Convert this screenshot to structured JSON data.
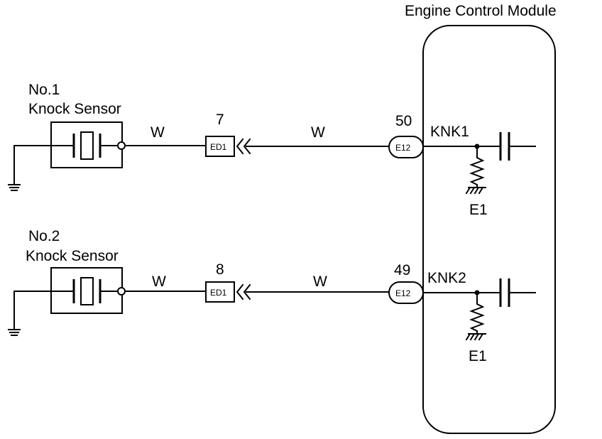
{
  "ecm": {
    "title": "Engine Control Module"
  },
  "channels": [
    {
      "sensor_line1": "No.1",
      "sensor_line2": "Knock Sensor",
      "wire_left": "W",
      "wire_right": "W",
      "connector_pin": "7",
      "connector_name": "ED1",
      "ecm_pin": "50",
      "ecm_connector": "E12",
      "signal": "KNK1",
      "ground": "E1"
    },
    {
      "sensor_line1": "No.2",
      "sensor_line2": "Knock Sensor",
      "wire_left": "W",
      "wire_right": "W",
      "connector_pin": "8",
      "connector_name": "ED1",
      "ecm_pin": "49",
      "ecm_connector": "E12",
      "signal": "KNK2",
      "ground": "E1"
    }
  ]
}
